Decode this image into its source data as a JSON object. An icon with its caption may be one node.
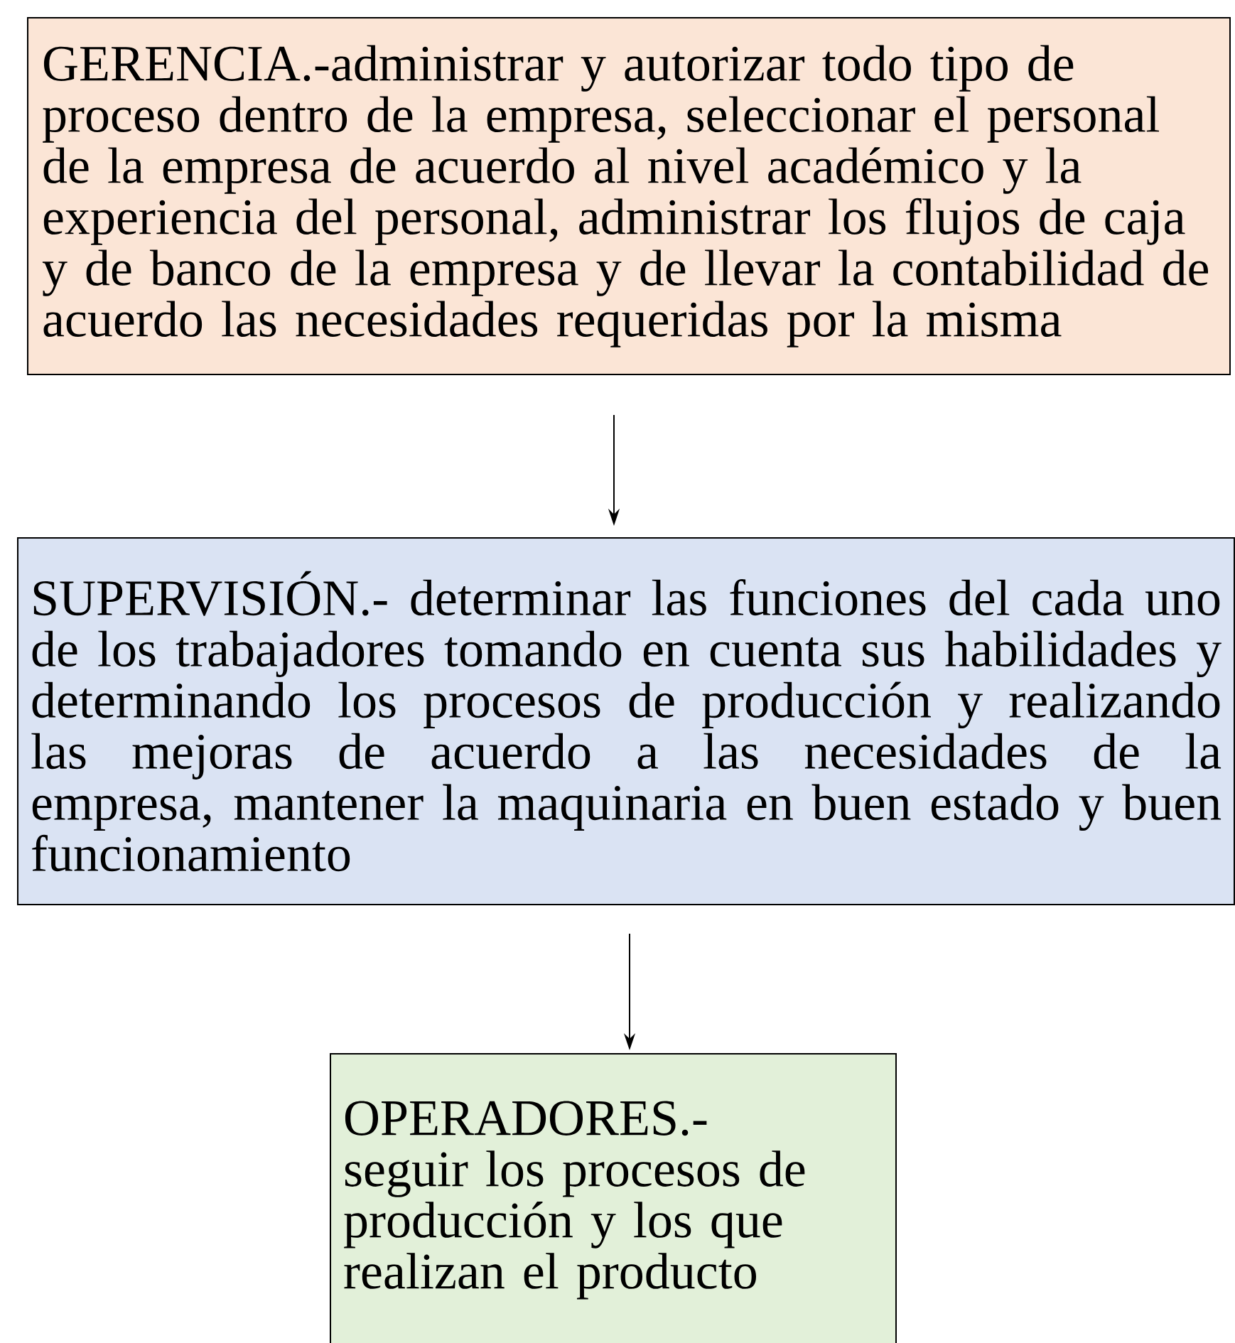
{
  "diagram": {
    "nodes": [
      {
        "text": [
          "GERENCIA.-administrar y autorizar todo tipo de proceso dentro de la empresa, seleccionar el personal de la empresa de acuerdo al nivel académico y la experiencia del personal, administrar los flujos de caja y de banco de la empresa y de llevar la contabilidad de acuerdo las necesidades requeridas por la misma"
        ]
      },
      {
        "text": [
          "SUPERVISIÓN.- determinar las funciones del cada uno de los trabajadores tomando en cuenta sus habilidades y determinando los procesos de producción y realizando las mejoras de acuerdo a las necesidades de la empresa, mantener la maquinaria en buen estado y buen funcionamiento"
        ]
      },
      {
        "text": [
          "OPERADORES.- seguir los procesos de producción y los que realizan el producto"
        ]
      }
    ],
    "edges": [
      {
        "from": 0,
        "to": 1,
        "arrow": "to"
      },
      {
        "from": 1,
        "to": 2,
        "arrow": "to"
      }
    ]
  }
}
